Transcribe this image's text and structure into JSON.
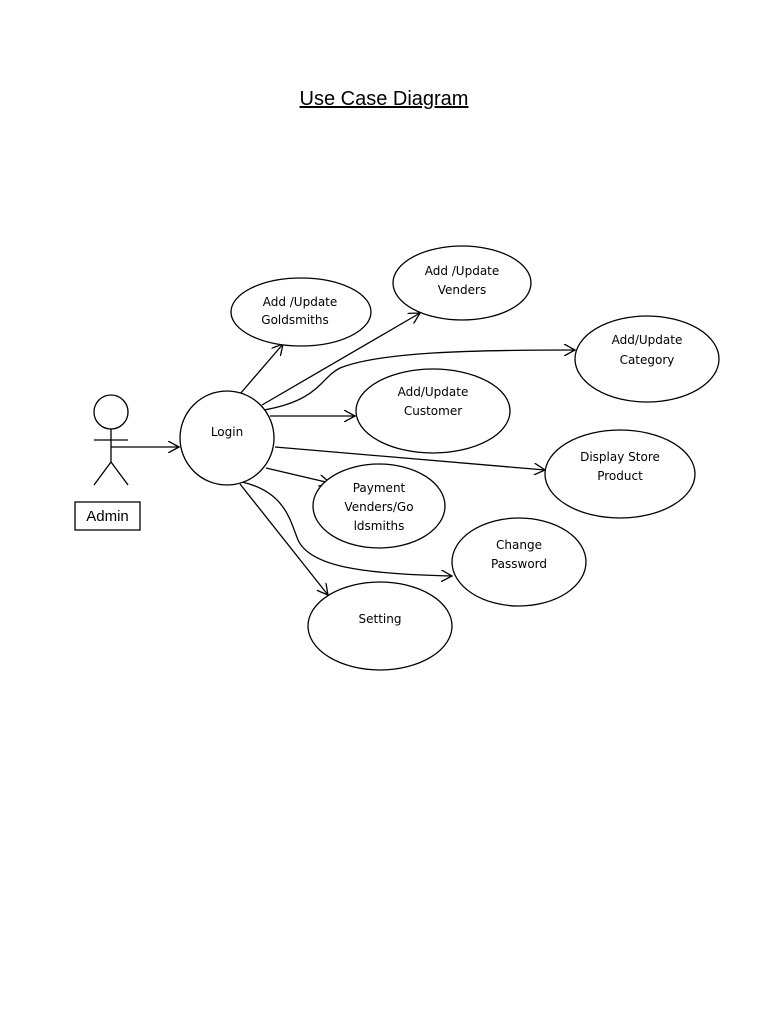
{
  "title": "Use Case Diagram",
  "actor": {
    "label": "Admin"
  },
  "hub": {
    "label": "Login"
  },
  "use_cases": [
    {
      "id": "goldsmiths",
      "lines": [
        "Add /Update",
        "Goldsmiths"
      ]
    },
    {
      "id": "venders",
      "lines": [
        "Add /Update",
        "Venders"
      ]
    },
    {
      "id": "category",
      "lines": [
        "Add/Update",
        "Category"
      ]
    },
    {
      "id": "customer",
      "lines": [
        "Add/Update",
        "Customer"
      ]
    },
    {
      "id": "display",
      "lines": [
        "Display Store",
        "Product"
      ]
    },
    {
      "id": "payment",
      "lines": [
        "Payment",
        "Venders/Go",
        "ldsmiths"
      ]
    },
    {
      "id": "password",
      "lines": [
        "Change",
        "Password"
      ]
    },
    {
      "id": "setting",
      "lines": [
        "Setting"
      ]
    }
  ]
}
